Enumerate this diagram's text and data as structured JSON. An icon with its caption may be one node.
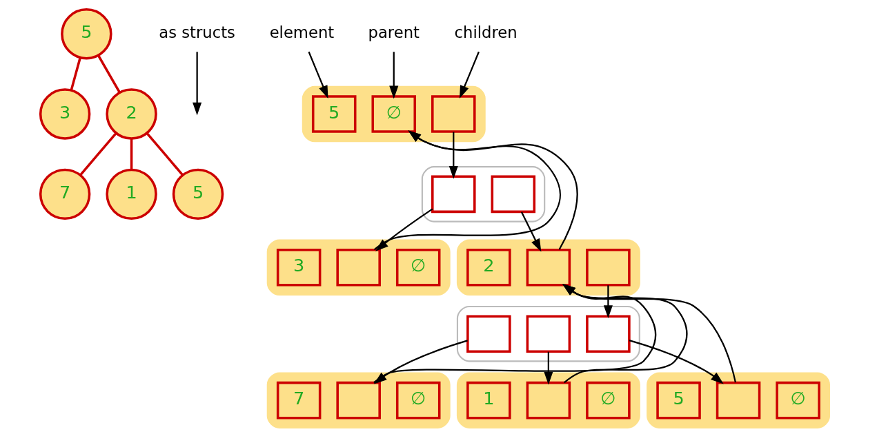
{
  "diagram": {
    "nodes": [
      {
        "text": [
          "5"
        ]
      },
      {
        "text": [
          "3"
        ]
      },
      {
        "text": [
          "2"
        ]
      },
      {
        "text": [
          "7"
        ]
      },
      {
        "text": [
          "1"
        ]
      },
      {
        "text": [
          "5"
        ]
      },
      {
        "text": [
          "as structs"
        ]
      },
      {
        "text": [
          "element"
        ]
      },
      {
        "text": [
          "parent"
        ]
      },
      {
        "text": [
          "children"
        ]
      },
      {
        "text": [],
        "shape": "box"
      },
      {
        "text": [
          "5"
        ],
        "in": 10
      },
      {
        "text": [
          "∅"
        ],
        "in": 10
      },
      {
        "text": [],
        "shape": "box",
        "in": 10
      },
      {
        "text": [],
        "shape": "box"
      },
      {
        "text": [],
        "shape": "box",
        "in": 14
      },
      {
        "text": [],
        "shape": "box",
        "in": 14
      },
      {
        "text": [],
        "shape": "box"
      },
      {
        "text": [
          "3"
        ],
        "in": 17
      },
      {
        "text": [],
        "shape": "box",
        "in": 17
      },
      {
        "text": [
          "∅"
        ],
        "in": 17
      },
      {
        "text": [],
        "shape": "box"
      },
      {
        "text": [
          "2"
        ],
        "in": 21
      },
      {
        "text": [],
        "shape": "box",
        "in": 21
      },
      {
        "text": [],
        "shape": "box",
        "in": 21
      },
      {
        "text": [],
        "shape": "box"
      },
      {
        "text": [],
        "shape": "box",
        "in": 25
      },
      {
        "text": [],
        "shape": "box",
        "in": 25
      },
      {
        "text": [],
        "shape": "box",
        "in": 25
      },
      {
        "text": [],
        "shape": "box"
      },
      {
        "text": [
          "7"
        ],
        "in": 29
      },
      {
        "text": [],
        "shape": "box",
        "in": 29
      },
      {
        "text": [
          "∅"
        ],
        "in": 29
      },
      {
        "text": [],
        "shape": "box"
      },
      {
        "text": [
          "1"
        ],
        "in": 33
      },
      {
        "text": [],
        "shape": "box",
        "in": 33
      },
      {
        "text": [
          "∅"
        ],
        "in": 33
      },
      {
        "text": [],
        "shape": "box"
      },
      {
        "text": [
          "5"
        ],
        "in": 37
      },
      {
        "text": [],
        "shape": "box",
        "in": 37
      },
      {
        "text": [
          "∅"
        ],
        "in": 37
      }
    ],
    "edges": [
      {
        "from": 0,
        "to": 1,
        "arrow": "none",
        "color": "#cc0000"
      },
      {
        "from": 0,
        "to": 2,
        "arrow": "none",
        "color": "#cc0000"
      },
      {
        "from": 2,
        "to": 3,
        "arrow": "none",
        "color": "#cc0000"
      },
      {
        "from": 2,
        "to": 4,
        "arrow": "none",
        "color": "#cc0000"
      },
      {
        "from": 2,
        "to": 5,
        "arrow": "none",
        "color": "#cc0000"
      },
      {
        "from": 6,
        "to": null,
        "arrow": "to"
      },
      {
        "from": 7,
        "to": 11,
        "arrow": "to"
      },
      {
        "from": 8,
        "to": 12,
        "arrow": "to"
      },
      {
        "from": 9,
        "to": 13,
        "arrow": "to"
      },
      {
        "from": 13,
        "to": 15,
        "arrow": "to"
      },
      {
        "from": 15,
        "to": 19,
        "arrow": "to"
      },
      {
        "from": 16,
        "to": 23,
        "arrow": "to"
      },
      {
        "from": 19,
        "to": 12,
        "arrow": "to"
      },
      {
        "from": 23,
        "to": 12,
        "arrow": "to"
      },
      {
        "from": 24,
        "to": 28,
        "arrow": "to"
      },
      {
        "from": 26,
        "to": 31,
        "arrow": "to"
      },
      {
        "from": 27,
        "to": 35,
        "arrow": "to"
      },
      {
        "from": 28,
        "to": 39,
        "arrow": "to"
      },
      {
        "from": 31,
        "to": 23,
        "arrow": "to"
      },
      {
        "from": 35,
        "to": 23,
        "arrow": "to"
      },
      {
        "from": 39,
        "to": 23,
        "arrow": "to"
      }
    ]
  }
}
